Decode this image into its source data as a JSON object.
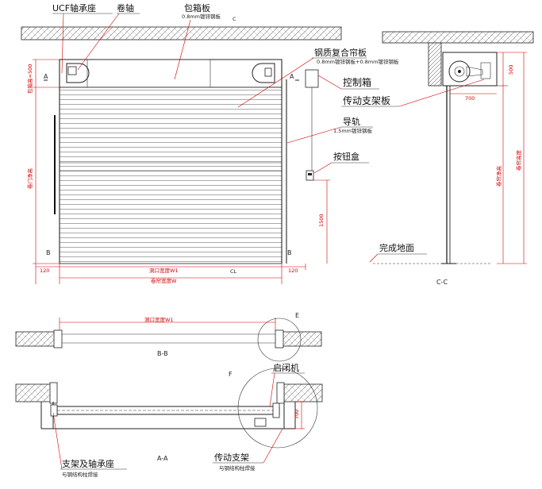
{
  "labels": {
    "ucf_bearing": "UCF轴承座",
    "roller_shaft": "卷轴",
    "box_cover": "包箱板",
    "box_cover_spec": "0.8mm镀锌钢板",
    "curtain": "钢质复合帘板",
    "curtain_spec": "0.8mm镀锌钢板+0.8mm镀锌钢板",
    "control_box": "控制箱",
    "drive_bracket": "传动支架板",
    "guide_rail": "导轨",
    "guide_rail_spec": "1.5mm镀锌钢板",
    "button_box": "按钮盒",
    "finished_floor": "完成地面",
    "opener": "启闭机",
    "bracket_bearing": "支架及轴承座",
    "bracket_bearing_note": "与钢结构柱焊接",
    "drive_bracket2": "传动支架",
    "drive_bracket2_note": "与钢结构柱焊接"
  },
  "sections": {
    "aa": "A-A",
    "bb": "B-B",
    "cc": "C-C",
    "mark_a_left": "A",
    "mark_a_right": "A",
    "mark_b_left": "B",
    "mark_b_right": "B",
    "mark_c_top": "C",
    "mark_c_bottom": "CL",
    "detail_e": "E",
    "detail_f": "F"
  },
  "dimensions": {
    "box_height_label": "包箱高=500",
    "clear_height_label": "卷门净高",
    "button_height": "1500",
    "side_left": "120",
    "side_right": "120",
    "opening_width": "洞口宽度W1",
    "curtain_width": "卷帘宽度W",
    "bb_opening_width": "洞口宽度W1",
    "cc_box": "500",
    "cc_depth": "700",
    "cc_clear": "卷帘净高",
    "cc_total": "卷帘高度",
    "aa_depth": "700"
  }
}
